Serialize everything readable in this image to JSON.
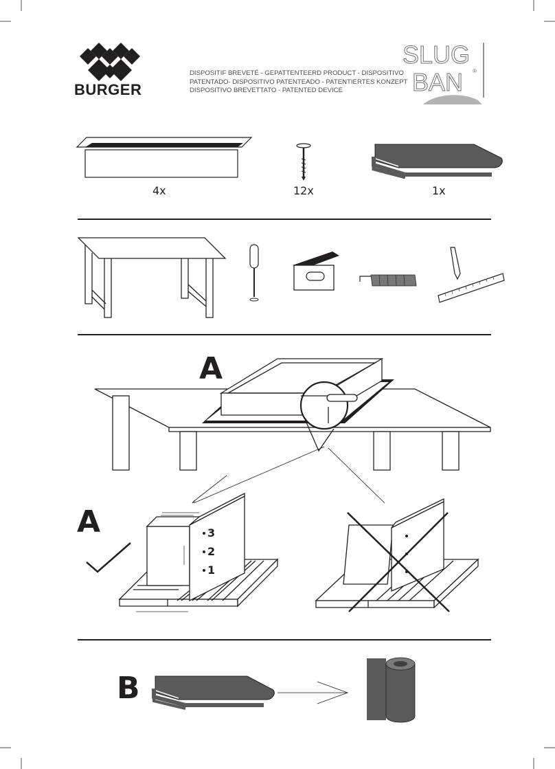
{
  "brand": {
    "name": "BURGER"
  },
  "patent_lines": [
    "DISPOSITIF BREVETÉ - GEPATTENTEERD PRODUCT - DISPOSITIVO",
    "PATENTADO- DISPOSITIVO PATENTEADO - PATENTIERTES KONZEPT",
    "DISPOSITIVO BREVETTATO - PATENTED DEVICE"
  ],
  "product_logo": {
    "line1": "SLUG",
    "line2": "BAN",
    "mark": "®"
  },
  "contents": [
    {
      "item": "strip-icon",
      "quantity": "4x"
    },
    {
      "item": "nail-icon",
      "quantity": "12x"
    },
    {
      "item": "folded-sheet-icon",
      "quantity": "1x"
    }
  ],
  "tools": [
    "table-icon",
    "screwdriver-icon",
    "stapler-icon",
    "staples-icon",
    "pencil-icon",
    "ruler-icon"
  ],
  "steps": {
    "a_label": "A",
    "a_detail_label": "A",
    "b_label": "B",
    "nail_order": [
      "3",
      "2",
      "1"
    ]
  },
  "colors": {
    "ink": "#231f20",
    "sheet": "#5a5a5a",
    "light_gray": "#b3b3b3"
  }
}
